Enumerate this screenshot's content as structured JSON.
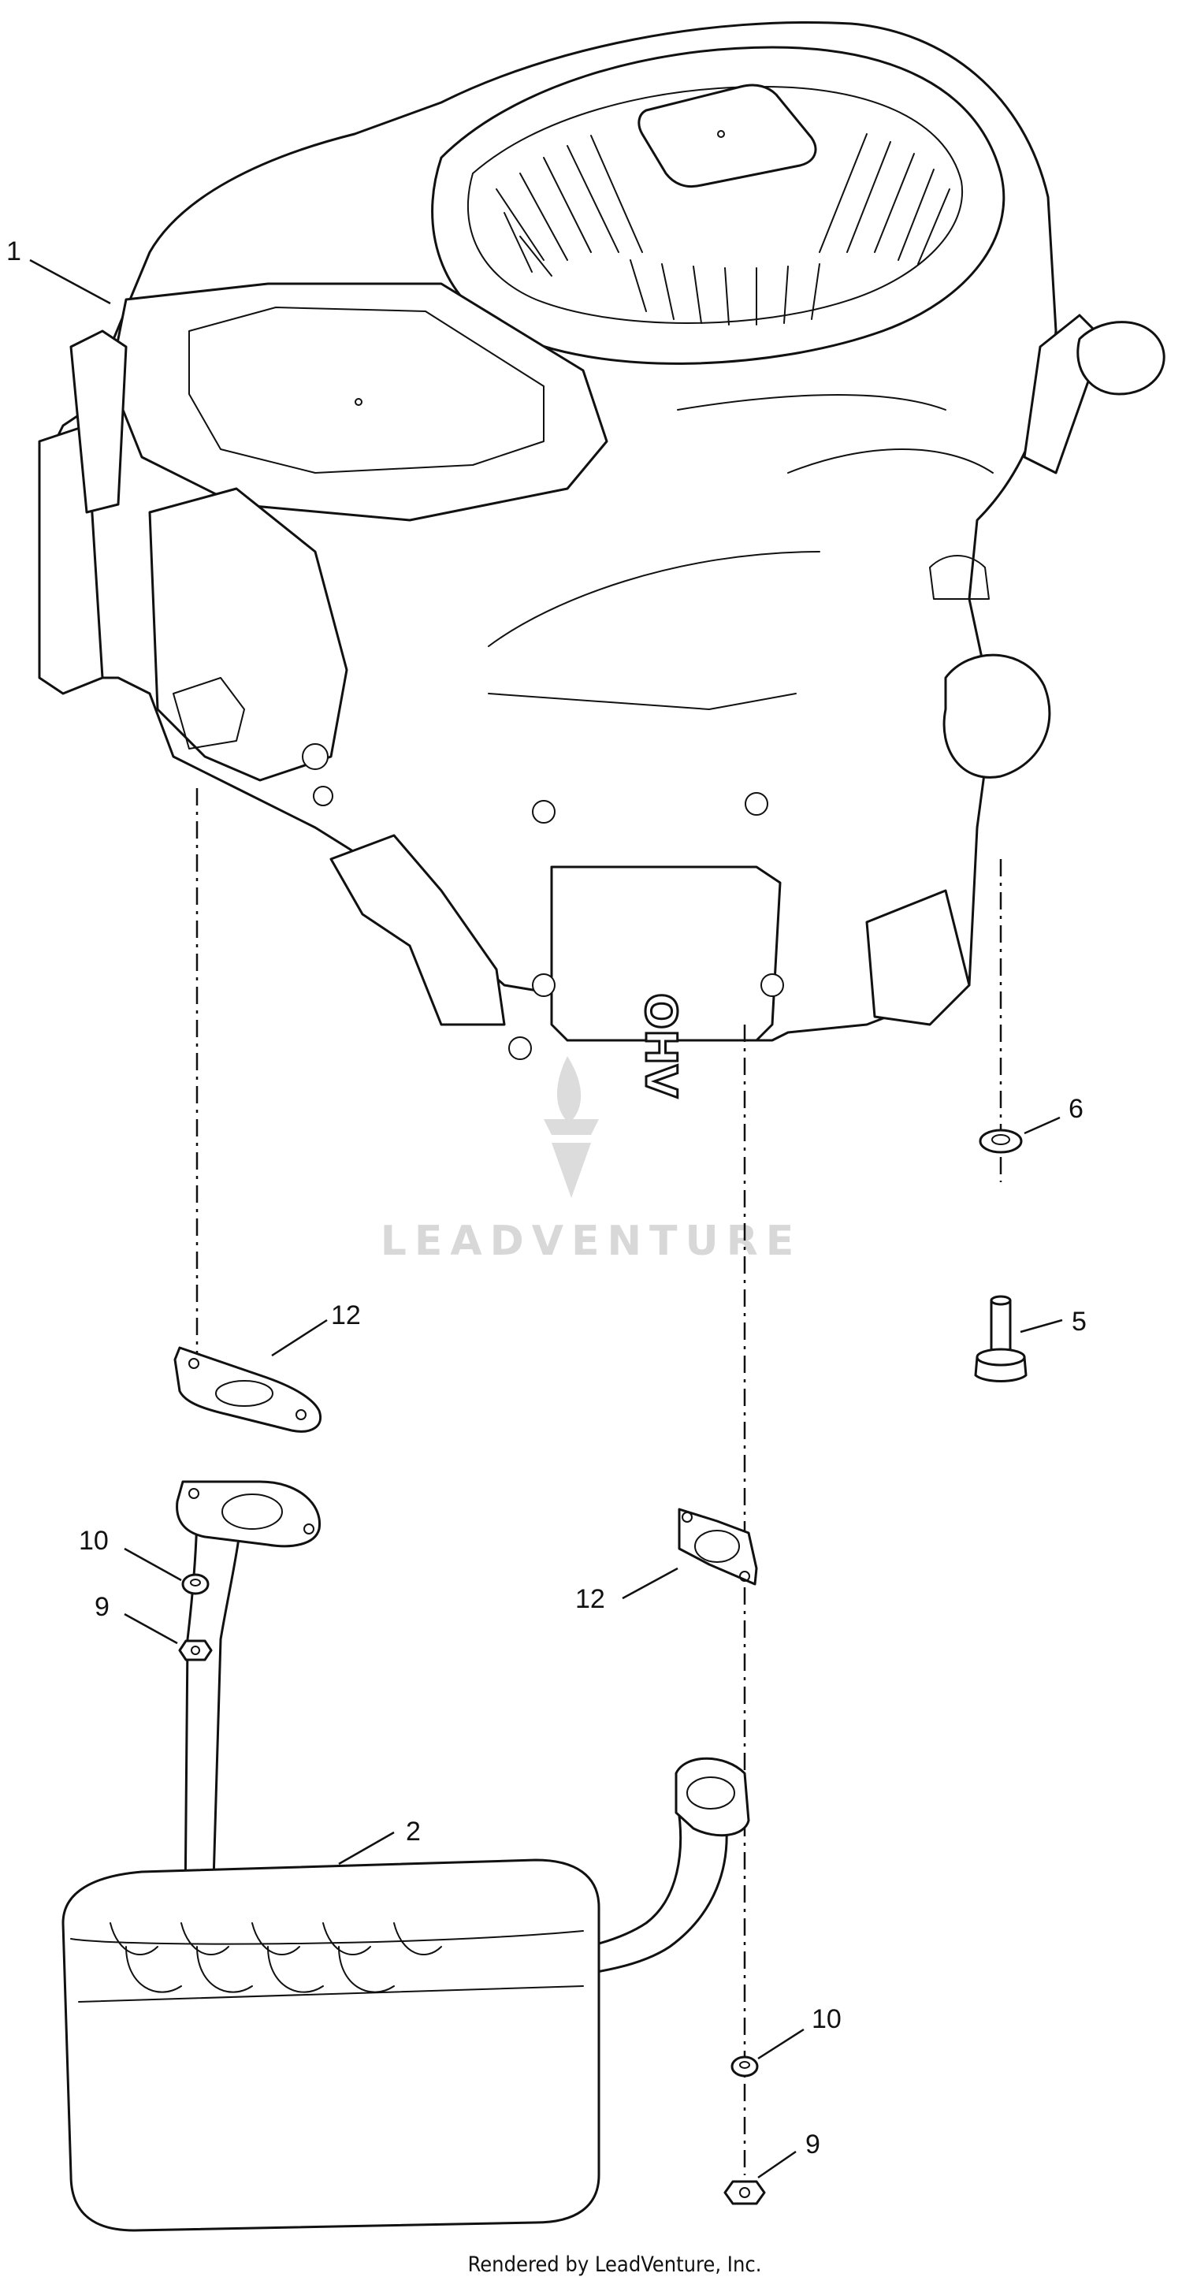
{
  "diagram": {
    "callouts": [
      {
        "label": "1"
      },
      {
        "label": "2"
      },
      {
        "label": "5"
      },
      {
        "label": "6"
      },
      {
        "label": "9"
      },
      {
        "label": "9"
      },
      {
        "label": "10"
      },
      {
        "label": "10"
      },
      {
        "label": "12"
      },
      {
        "label": "12"
      }
    ],
    "engine_cover_text": "OHV",
    "watermark": "LEADVENTURE",
    "footer": "Rendered by LeadVenture, Inc."
  }
}
